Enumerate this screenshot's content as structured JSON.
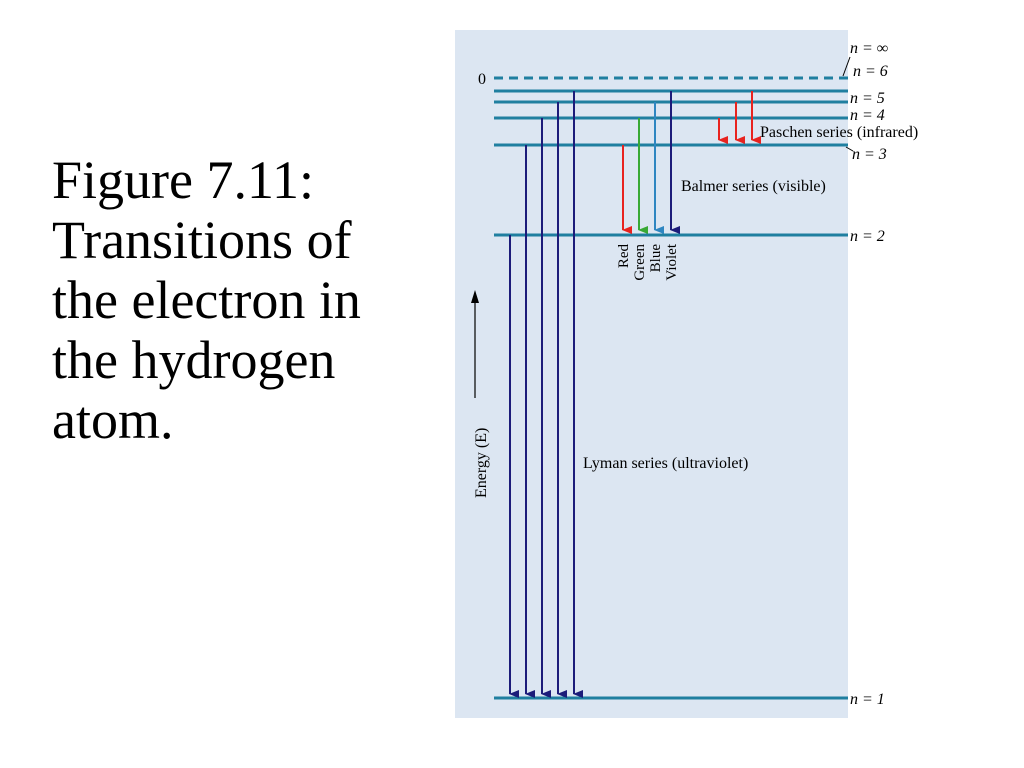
{
  "caption": {
    "lines": [
      "Figure 7.11:",
      "Transitions of",
      "the electron in",
      "the hydrogen",
      "atom."
    ]
  },
  "diagram": {
    "zero_label": "0",
    "axis_label": "Energy (E)",
    "colors": {
      "background": "#dce6f2",
      "level_line": "#1f7fa0",
      "uv_arrow": "#1c1c7a",
      "red": "#e8231f",
      "green": "#39a935",
      "blue": "#2e86c1",
      "violet": "#1c1c7a"
    },
    "levels": [
      {
        "n": "1",
        "label": "n = 1"
      },
      {
        "n": "2",
        "label": "n = 2"
      },
      {
        "n": "3",
        "label": "n = 3"
      },
      {
        "n": "4",
        "label": "n = 4"
      },
      {
        "n": "5",
        "label": "n = 5"
      },
      {
        "n": "6",
        "label": "n = 6"
      },
      {
        "n": "inf",
        "label": "n = ∞"
      }
    ],
    "series": {
      "lyman": {
        "label": "Lyman series (ultraviolet)",
        "transitions": [
          "2→1",
          "3→1",
          "4→1",
          "5→1",
          "6→1"
        ]
      },
      "balmer": {
        "label": "Balmer series (visible)",
        "transitions": [
          {
            "from": "3",
            "to": "2",
            "color_name": "Red"
          },
          {
            "from": "4",
            "to": "2",
            "color_name": "Green"
          },
          {
            "from": "5",
            "to": "2",
            "color_name": "Blue"
          },
          {
            "from": "6",
            "to": "2",
            "color_name": "Violet"
          }
        ]
      },
      "paschen": {
        "label": "Paschen series (infrared)",
        "transitions": [
          "4→3",
          "5→3",
          "6→3"
        ]
      }
    }
  }
}
